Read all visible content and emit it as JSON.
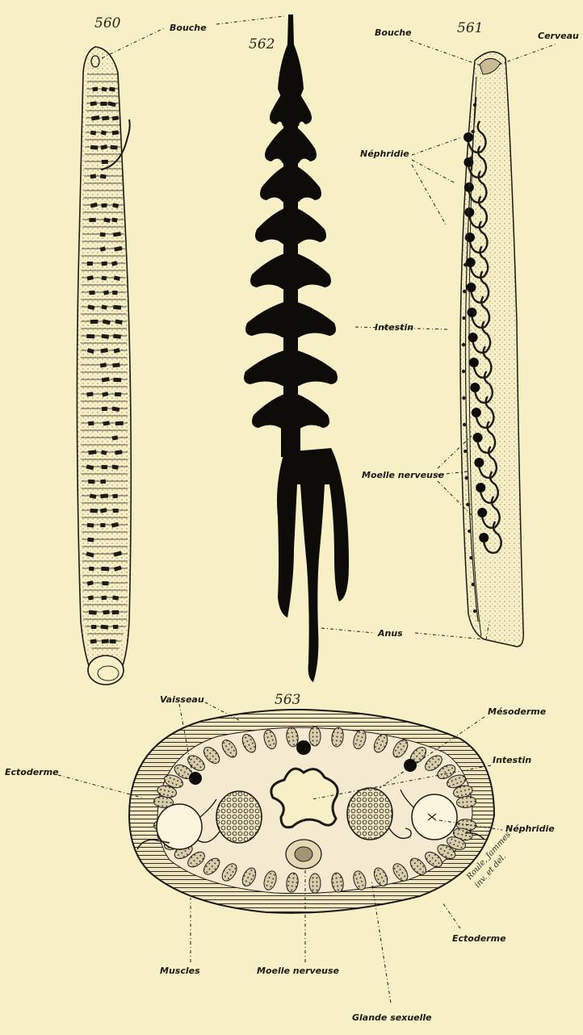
{
  "figures": {
    "fig560": {
      "number": "560"
    },
    "fig561": {
      "number": "561"
    },
    "fig562": {
      "number": "562"
    },
    "fig563": {
      "number": "563"
    }
  },
  "labels": {
    "bouche_left": "Bouche",
    "bouche_right": "Bouche",
    "cerveau": "Cerveau",
    "nephridie_561": "Néphridie",
    "intestin_562": "Intestin",
    "moelle_561": "Moelle nerveuse",
    "anus": "Anus",
    "vaisseau": "Vaisseau",
    "mesoderme": "Mésoderme",
    "intestin_563": "Intestin",
    "ectoderme_left": "Ectoderme",
    "nephridie_563": "Néphridie",
    "ectoderme_right": "Ectoderme",
    "muscles": "Muscles",
    "moelle_563": "Moelle nerveuse",
    "glande": "Glande sexuelle"
  },
  "signature": {
    "line1": "Roule, Jammes",
    "line2": "inv. et del."
  },
  "colors": {
    "paper": "#f7efc6",
    "ink": "#1c1a14",
    "stipple": "#d8ccb0"
  }
}
